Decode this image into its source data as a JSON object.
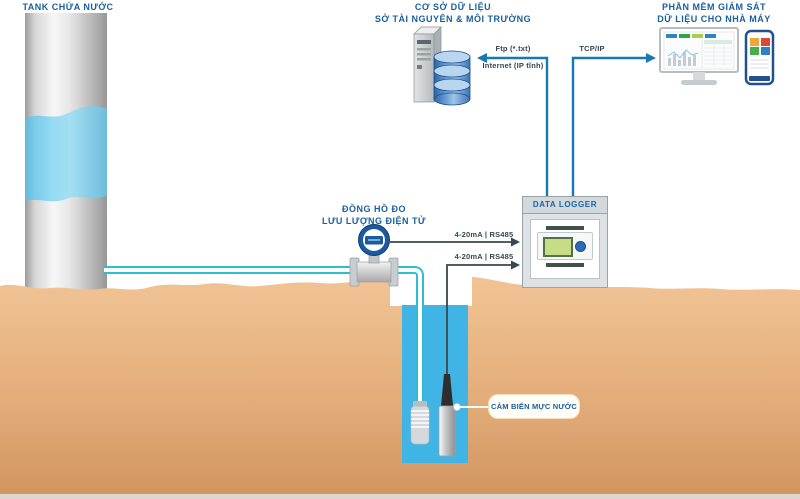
{
  "labels": {
    "tank": "TANK CHỨA NƯỚC",
    "database_line1": "CƠ SỞ DỮ LIỆU",
    "database_line2": "SỞ TÀI NGUYÊN & MÔI TRƯỜNG",
    "software_line1": "PHẦN MỀM GIÁM SÁT",
    "software_line2": "DỮ LIỆU CHO NHÀ MÁY",
    "flow_meter_line1": "ĐỒNG HỒ ĐO",
    "flow_meter_line2": "LƯU LƯỢNG ĐIỆN TỬ",
    "data_logger": "DATA LOGGER",
    "level_sensor": "CẢM BIẾN MỰC NƯỚC"
  },
  "connections": {
    "flow_to_logger": "4-20mA | RS485",
    "sensor_to_logger": "4-20mA | RS485",
    "ftp": "Ftp (*.txt)",
    "internet": "Internet (IP tĩnh)",
    "tcpip": "TCP/IP"
  },
  "colors": {
    "title-blue": "#1a5f9e",
    "line-blue": "#1878b2",
    "line-dark": "#37474f",
    "pipe-teal": "#2fbdd1",
    "well-water": "#41b4e6",
    "ground-top": "#f1c495",
    "ground-bottom": "#d1945f",
    "logger-bg": "#dde2e4",
    "bubble-border": "#f3ddbc"
  }
}
